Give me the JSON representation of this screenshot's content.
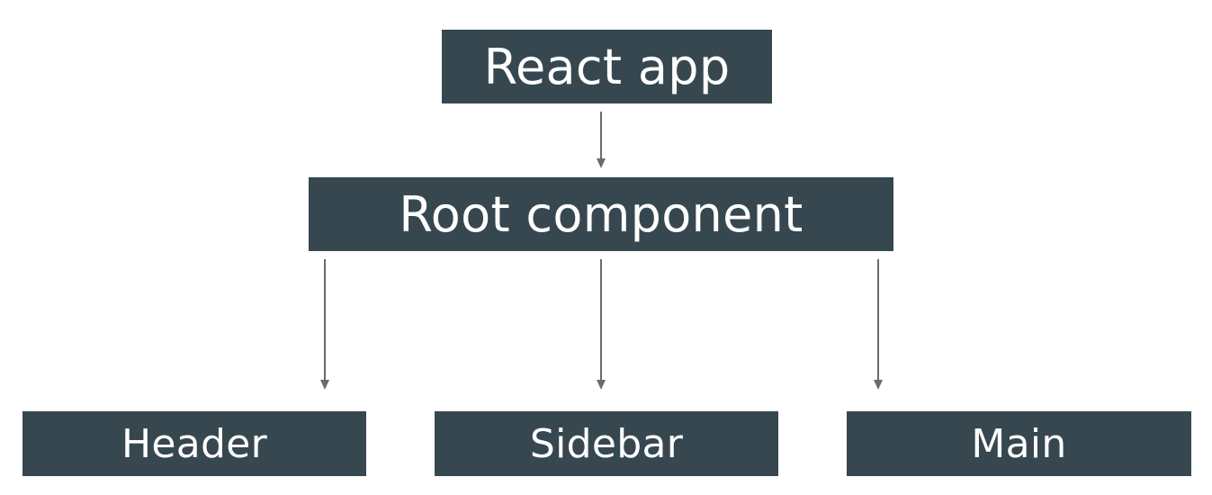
{
  "colors": {
    "node_fill": "#37474f",
    "node_text": "#ffffff",
    "arrow": "#6b6b6b",
    "background": "#ffffff"
  },
  "diagram": {
    "root": {
      "label": "React app"
    },
    "component": {
      "label": "Root component"
    },
    "children": [
      {
        "label": "Header"
      },
      {
        "label": "Sidebar"
      },
      {
        "label": "Main"
      }
    ],
    "edges": [
      {
        "from": "React app",
        "to": "Root component"
      },
      {
        "from": "Root component",
        "to": "Header"
      },
      {
        "from": "Root component",
        "to": "Sidebar"
      },
      {
        "from": "Root component",
        "to": "Main"
      }
    ]
  }
}
